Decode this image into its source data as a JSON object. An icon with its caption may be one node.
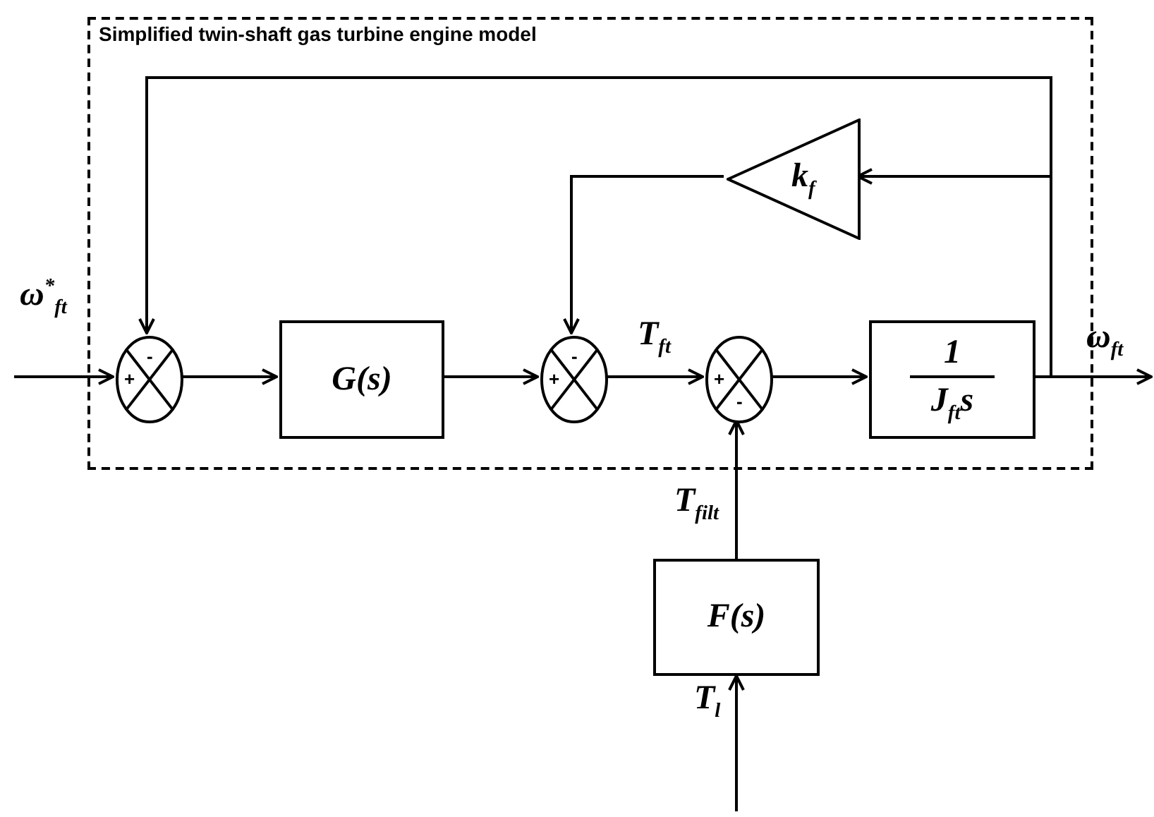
{
  "diagram": {
    "nodes": [
      {
        "text": [
          "Simplified twin-shaft gas turbine engine model"
        ]
      },
      {
        "text": [
          "-",
          "+"
        ],
        "in": 0
      },
      {
        "text": [
          "G(s)"
        ],
        "in": 0
      },
      {
        "text": [
          "-",
          "+"
        ],
        "in": 0
      },
      {
        "text": [
          "+",
          "-"
        ],
        "in": 0
      },
      {
        "text": [
          "1",
          "J$_{ft}$s"
        ],
        "in": 0
      },
      {
        "text": [
          "k$_{f}$"
        ],
        "in": 0
      },
      {
        "text": [
          "F(s)"
        ]
      }
    ],
    "edges": [
      {
        "from": null,
        "to": 1,
        "arrow": "to",
        "label": "ω$^{*}$$_{ft}$"
      },
      {
        "from": 1,
        "to": 2,
        "arrow": "to"
      },
      {
        "from": 2,
        "to": 3,
        "arrow": "to"
      },
      {
        "from": 3,
        "to": 4,
        "arrow": "to",
        "label": "T$_{ft}$"
      },
      {
        "from": 4,
        "to": 5,
        "arrow": "to"
      },
      {
        "from": 5,
        "to": null,
        "arrow": "to",
        "label": "ω$_{ft}$"
      },
      {
        "from": 5,
        "to": 1,
        "arrow": "to"
      },
      {
        "from": 5,
        "to": 6,
        "arrow": "to"
      },
      {
        "from": 6,
        "to": 3,
        "arrow": "to"
      },
      {
        "from": 7,
        "to": 4,
        "arrow": "to",
        "label": "T$_{filt}$"
      },
      {
        "from": null,
        "to": 7,
        "arrow": "to",
        "label": "T$_{l}$"
      }
    ]
  }
}
